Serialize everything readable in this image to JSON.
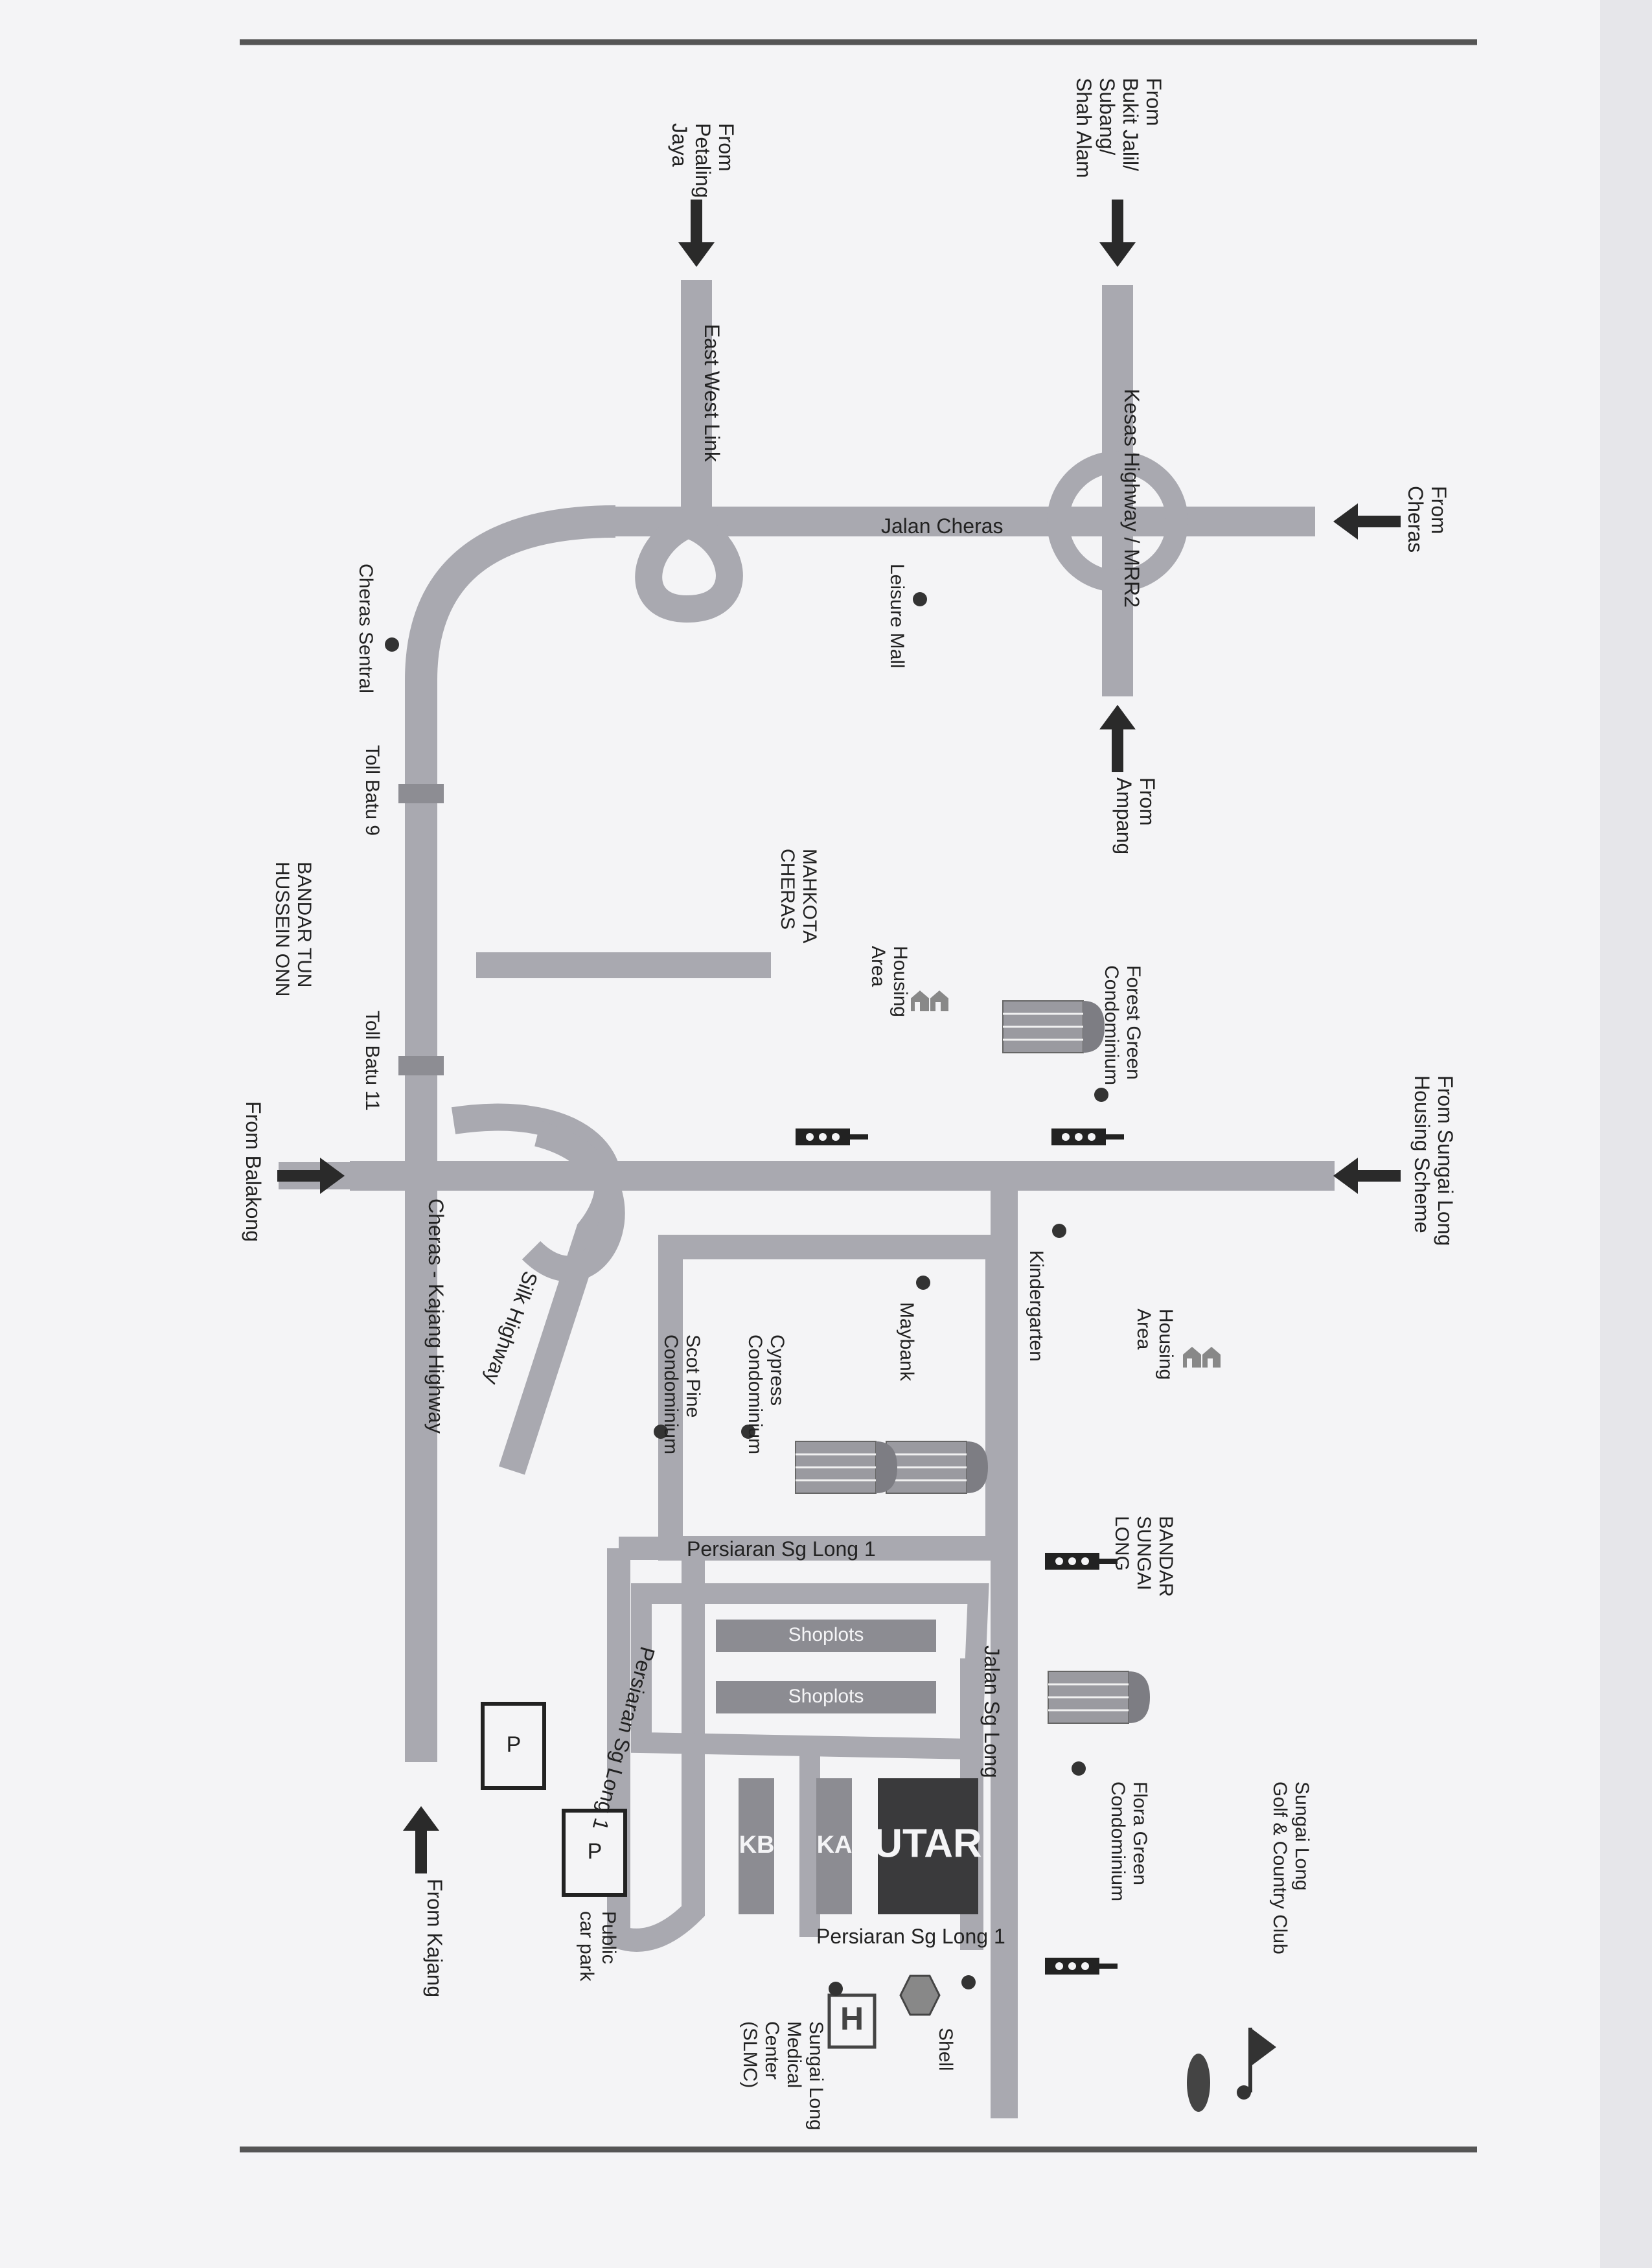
{
  "colors": {
    "paper": "#f4f4f6",
    "road": "#a9a9b0",
    "building": "#8c8c92",
    "logo": "#3a3a3c",
    "text": "#222222",
    "border": "#555555"
  },
  "directions": {
    "from_bukit_jalil": [
      "From",
      "Bukit Jalil/",
      "Subang/",
      "Shah Alam"
    ],
    "from_petaling_jaya": [
      "From",
      "Petaling",
      "Jaya"
    ],
    "from_cheras": [
      "From",
      "Cheras"
    ],
    "from_ampang": [
      "From",
      "Ampang"
    ],
    "from_sungai_long": [
      "From Sungai Long",
      "Housing Scheme"
    ],
    "from_balakong": "From Balakong",
    "from_kajang": "From Kajang"
  },
  "roads": {
    "kesas": "Kesas Highway / MRR2",
    "east_west_link": "East West Link",
    "jalan_cheras": "Jalan Cheras",
    "cheras_kajang": "Cheras - Kajang Highway",
    "silk": "Silk Highway",
    "persiaran_1": "Persiaran Sg Long 1",
    "persiaran_1b": "Persiaran Sg Long 1",
    "persiaran_1c": "Persiaran Sg Long 1",
    "jalan_sg_long": "Jalan Sg Long"
  },
  "places": {
    "leisure_mall": "Leisure Mall",
    "cheras_sentral": "Cheras Sentral",
    "toll_batu_9": "Toll Batu 9",
    "toll_batu_11": "Toll Batu 11",
    "mahkota_cheras": [
      "MAHKOTA",
      "CHERAS"
    ],
    "bandar_tun_hussein_onn": [
      "BANDAR TUN",
      "HUSSEIN ONN"
    ],
    "forest_green": [
      "Forest Green",
      "Condominium"
    ],
    "housing_area_1": [
      "Housing",
      "Area"
    ],
    "housing_area_2": [
      "Housing",
      "Area"
    ],
    "kindergarten": "Kindergarten",
    "maybank": "Maybank",
    "cypress": [
      "Cypress",
      "Condominium"
    ],
    "scot_pine": [
      "Scot Pine",
      "Condominium"
    ],
    "bandar_sungai_long": [
      "BANDAR",
      "SUNGAI",
      "LONG"
    ],
    "flora_green": [
      "Flora Green",
      "Condominium"
    ],
    "golf_club": [
      "Sungai Long",
      "Golf & Country Club"
    ],
    "shell": "Shell",
    "slmc": [
      "Sungai Long",
      "Medical",
      "Center",
      "(SLMC)"
    ],
    "public_car_park": [
      "Public",
      "car park"
    ]
  },
  "buildings": {
    "shoplots_1": "Shoplots",
    "shoplots_2": "Shoplots",
    "ka": "KA",
    "kb": "KB",
    "utar": "UTAR",
    "parking_symbol_1": "P",
    "parking_symbol_2": "P",
    "hospital_symbol": "H"
  }
}
